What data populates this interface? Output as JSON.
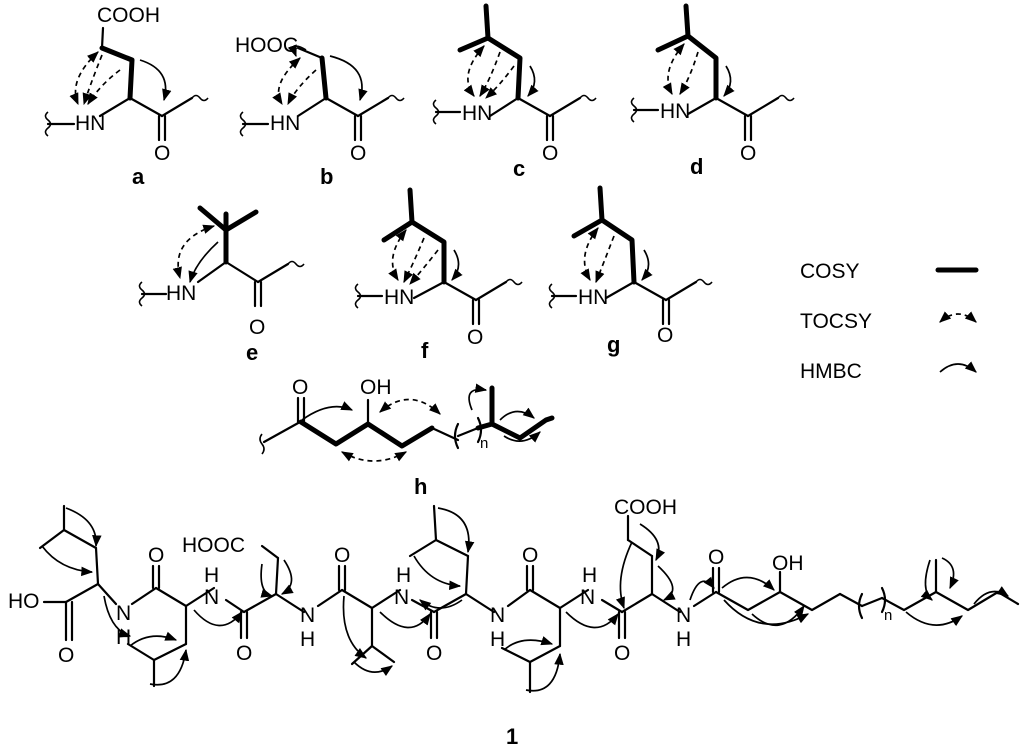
{
  "labels": {
    "a": "a",
    "b": "b",
    "c": "c",
    "d": "d",
    "e": "e",
    "f": "f",
    "g": "g",
    "h": "h",
    "compound": "1"
  },
  "atoms": {
    "cooh": "COOH",
    "hooc": "HOOC",
    "hn": "HN",
    "o": "O",
    "oh": "OH",
    "ho": "HO",
    "n": "N",
    "h": "H",
    "n_sub": "n"
  },
  "legend": {
    "items": [
      {
        "label": "COSY",
        "style": "bold-line"
      },
      {
        "label": "TOCSY",
        "style": "dashed-double-arrow"
      },
      {
        "label": "HMBC",
        "style": "solid-arrow"
      }
    ]
  }
}
